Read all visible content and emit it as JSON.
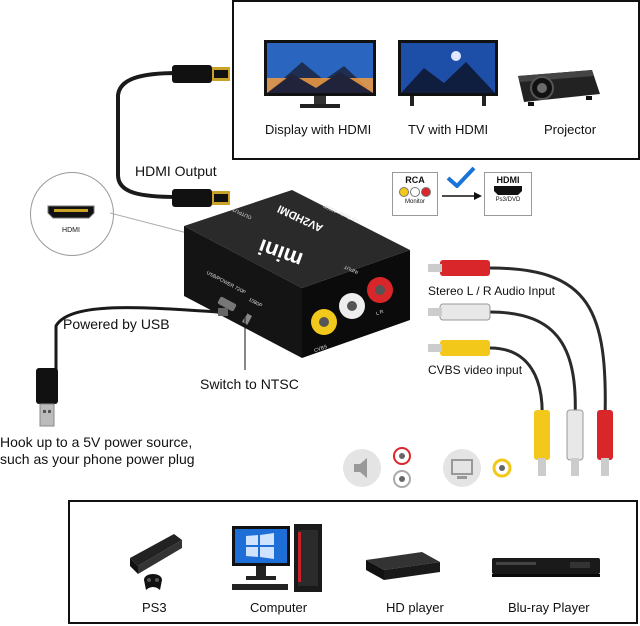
{
  "displays": [
    {
      "label": "Display with HDMI",
      "icon": "monitor-icon"
    },
    {
      "label": "TV with HDMI",
      "icon": "tv-icon"
    },
    {
      "label": "Projector",
      "icon": "projector-icon"
    }
  ],
  "hdmi_output": "HDMI Output",
  "hdmi_port_label": "HDMI",
  "conversion": {
    "from_title": "RCA",
    "from_sub": "Monitor",
    "to_title": "HDMI",
    "to_sub": "Ps3/DVD"
  },
  "device": {
    "brand": "mini",
    "model": "AV2HDMI",
    "subtitle": "Up Scaler 1080P",
    "output_label": "OUTPUT",
    "input_label": "INPUT",
    "usb_label": "USB/POWER 720P",
    "res_label": "1080P",
    "cvbs_label": "CVBS",
    "lr_label": "L   R"
  },
  "powered_by_usb": "Powered by USB",
  "switch_ntsc": "Switch to NTSC",
  "power_note_line1": "Hook up to a 5V power source,",
  "power_note_line2": "such as your phone power plug",
  "stereo_audio": "Stereo L / R Audio Input",
  "cvbs_video": "CVBS video input",
  "sources": [
    {
      "label": "PS3",
      "icon": "ps3-icon"
    },
    {
      "label": "Computer",
      "icon": "computer-icon"
    },
    {
      "label": "HD player",
      "icon": "hd-player-icon"
    },
    {
      "label": "Blu-ray Player",
      "icon": "bluray-player-icon"
    }
  ],
  "colors": {
    "red": "#d8262b",
    "white": "#e6e6e6",
    "yellow": "#f2c81a",
    "check": "#1a74d8",
    "gold": "#c9a227"
  }
}
